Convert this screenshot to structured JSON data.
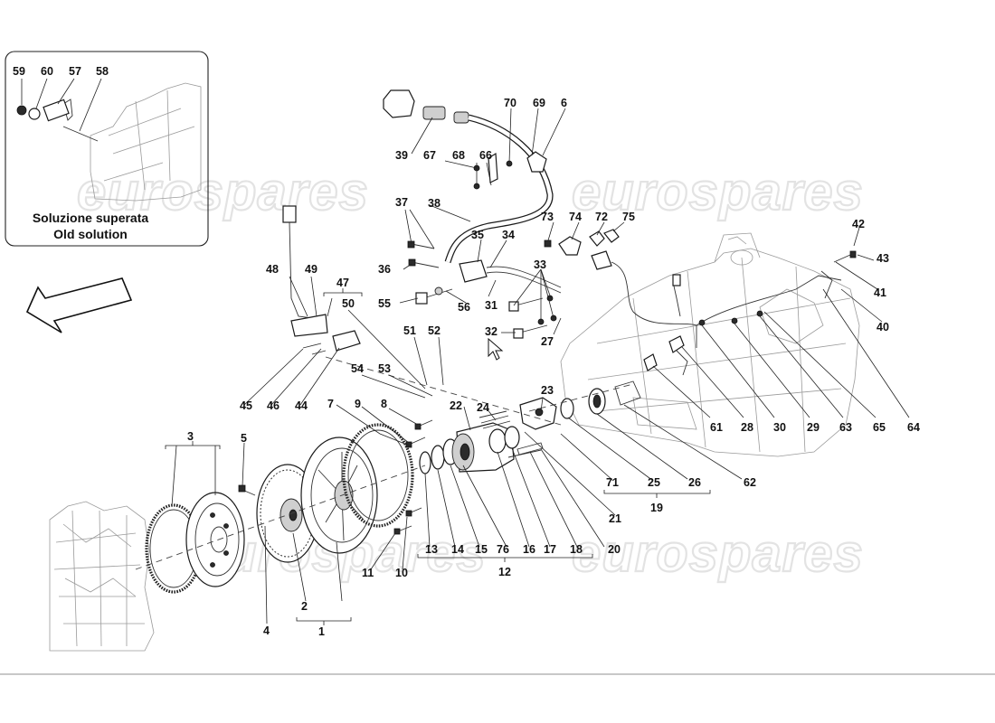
{
  "watermark": "eurospares",
  "inset": {
    "title_line1": "Soluzione superata",
    "title_line2": "Old solution",
    "labels": [
      "59",
      "60",
      "57",
      "58"
    ]
  },
  "callouts": [
    "1",
    "2",
    "3",
    "4",
    "5",
    "6",
    "7",
    "8",
    "9",
    "10",
    "11",
    "12",
    "13",
    "14",
    "15",
    "16",
    "17",
    "18",
    "19",
    "20",
    "21",
    "22",
    "23",
    "24",
    "25",
    "26",
    "27",
    "28",
    "29",
    "30",
    "31",
    "32",
    "33",
    "34",
    "35",
    "36",
    "37",
    "38",
    "39",
    "40",
    "41",
    "42",
    "43",
    "44",
    "45",
    "46",
    "47",
    "48",
    "49",
    "50",
    "51",
    "52",
    "53",
    "54",
    "55",
    "56",
    "61",
    "62",
    "63",
    "64",
    "65",
    "66",
    "67",
    "68",
    "69",
    "70",
    "71",
    "72",
    "73",
    "74",
    "75",
    "76"
  ]
}
